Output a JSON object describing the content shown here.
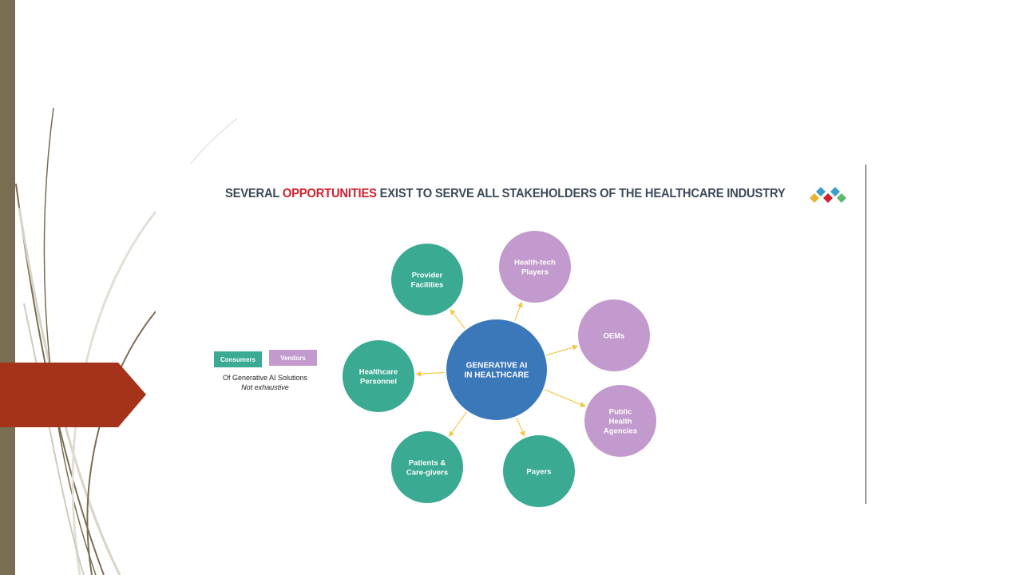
{
  "headline": {
    "prefix": "SEVERAL ",
    "highlight": "OPPORTUNITIES",
    "suffix": " EXIST TO SERVE ALL STAKEHOLDERS OF THE HEALTHCARE INDUSTRY"
  },
  "colors": {
    "consumer": "#3aaa92",
    "vendor": "#c39acd",
    "center": "#3b78b9",
    "arrow": "#f2c94c",
    "highlight": "#d01f2d",
    "headline": "#3b4a5a",
    "banner": "#a5321a",
    "side_bar": "#7a6e52"
  },
  "legend": {
    "consumers_label": "Consumers",
    "vendors_label": "Vendors",
    "caption": "Of Generative AI Solutions",
    "note": "Not exhaustive"
  },
  "center": {
    "lines": [
      "GENERATIVE AI",
      "IN HEALTHCARE"
    ]
  },
  "nodes": [
    {
      "id": "provider-facilities",
      "group": "consumer",
      "lines": [
        "Provider",
        "Facilities"
      ]
    },
    {
      "id": "health-tech-players",
      "group": "vendor",
      "lines": [
        "Health-tech",
        "Players"
      ]
    },
    {
      "id": "oems",
      "group": "vendor",
      "lines": [
        "OEMs"
      ]
    },
    {
      "id": "public-health-agencies",
      "group": "vendor",
      "lines": [
        "Public",
        "Health",
        "Agencies"
      ]
    },
    {
      "id": "payers",
      "group": "consumer",
      "lines": [
        "Payers"
      ]
    },
    {
      "id": "patients-care-givers",
      "group": "consumer",
      "lines": [
        "Patients &",
        "Care-givers"
      ]
    },
    {
      "id": "healthcare-personnel",
      "group": "consumer",
      "lines": [
        "Healthcare",
        "Personnel"
      ]
    }
  ],
  "logo": {
    "icon": "diamond-cluster-logo"
  }
}
